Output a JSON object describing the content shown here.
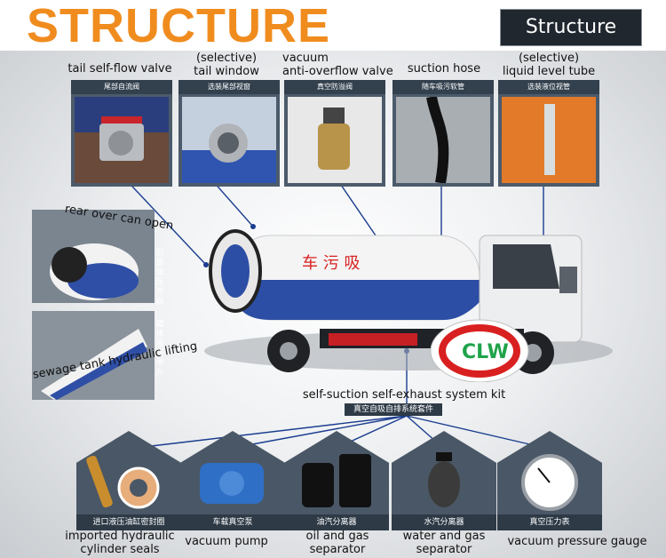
{
  "header": {
    "title": "STRUCTURE",
    "badge": "Structure"
  },
  "top_items": [
    {
      "caption": "tail self-flow valve",
      "cn": "尾部自流阀",
      "icon": "valve-photo"
    },
    {
      "caption": "(selective)\ntail window",
      "cn": "选装尾部视窗",
      "icon": "window-photo"
    },
    {
      "caption": "vacuum\nanti-overflow valve",
      "cn": "真空防溢阀",
      "icon": "overflow-valve-photo"
    },
    {
      "caption": "suction hose",
      "cn": "随车吸污软管",
      "icon": "hose-photo"
    },
    {
      "caption": "(selective)\nliquid level tube",
      "cn": "选装液位视管",
      "icon": "level-tube-photo"
    }
  ],
  "side_items": [
    {
      "caption": "rear over can open",
      "cn": "后盖液压开启"
    },
    {
      "caption": "sewage tank hydraulic lifting",
      "cn": "罐体液压举升"
    }
  ],
  "truck": {
    "tank_text": "车 污 吸",
    "logo": "CLW"
  },
  "kit": {
    "caption": "self-suction self-exhaust system kit",
    "cn": "真空自吸自排系统套件"
  },
  "bottom_items": [
    {
      "caption": "imported hydraulic\ncylinder seals",
      "cn": "进口液压油缸密封圈",
      "icon": "seals-photo"
    },
    {
      "caption": "vacuum pump",
      "cn": "车载真空泵",
      "icon": "pump-photo"
    },
    {
      "caption": "oil and gas\nseparator",
      "cn": "油汽分离器",
      "icon": "oil-separator-photo"
    },
    {
      "caption": "water and gas\nseparator",
      "cn": "水汽分离器",
      "icon": "water-separator-photo"
    },
    {
      "caption": "vacuum pressure gauge",
      "cn": "真空压力表",
      "icon": "gauge-photo"
    }
  ]
}
